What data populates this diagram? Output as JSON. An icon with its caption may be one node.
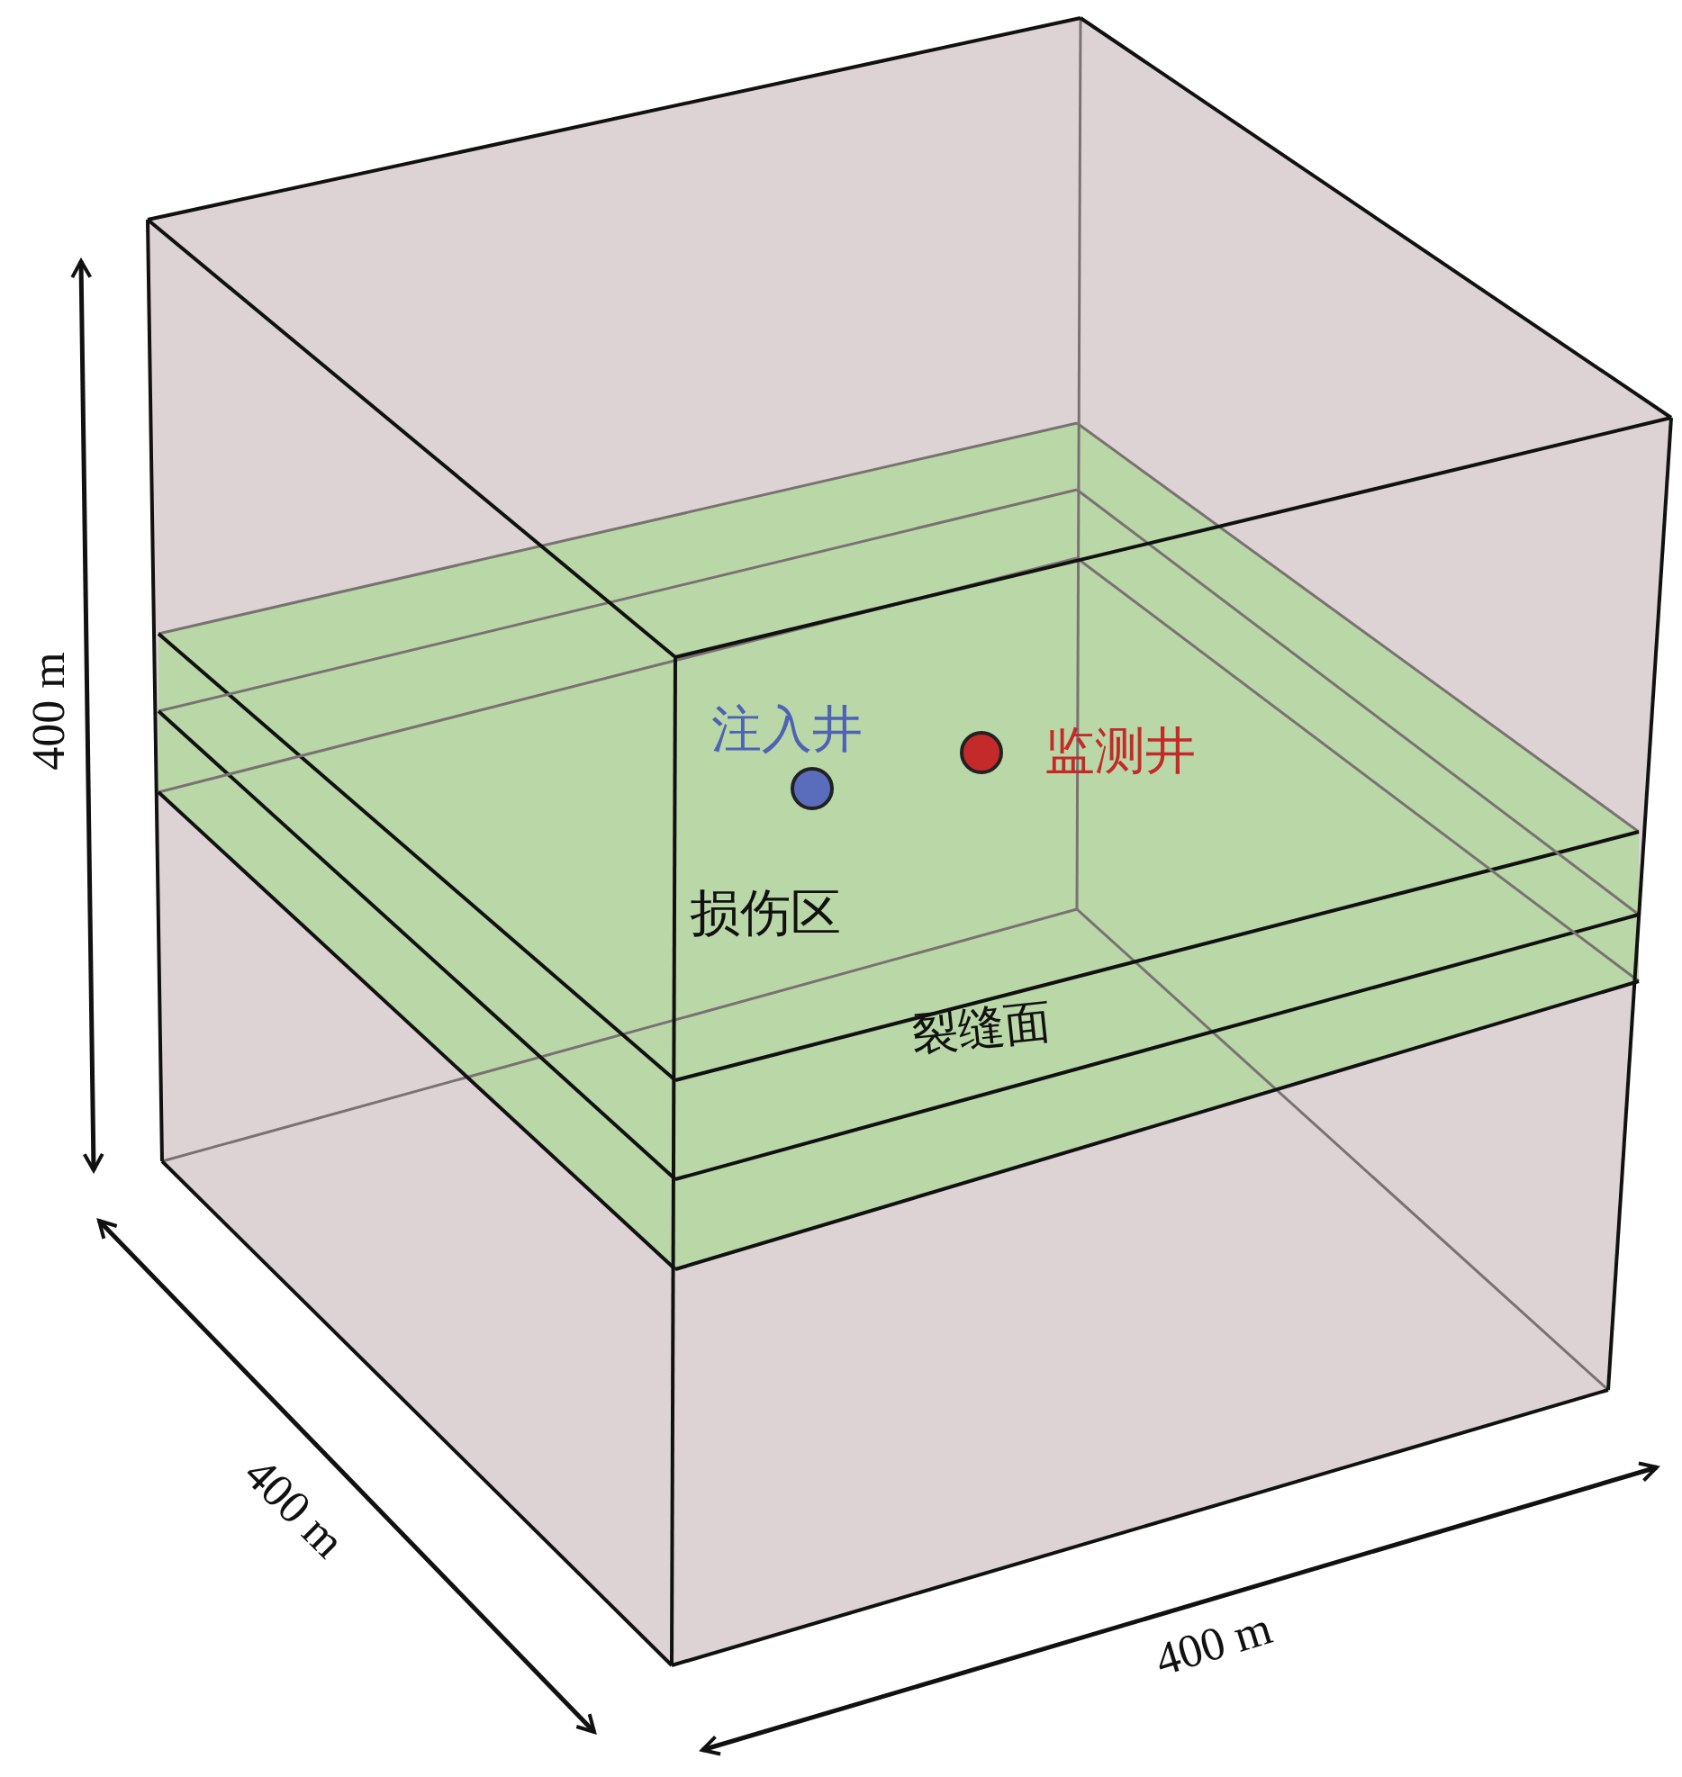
{
  "diagram": {
    "nodes": [
      {
        "text": [],
        "shape": "circle",
        "beside": [
          "注入井"
        ]
      },
      {
        "text": [],
        "shape": "circle",
        "beside": [
          "监测井"
        ]
      }
    ],
    "labels": [
      "400 m",
      "损伤区",
      "裂缝面",
      "400 m",
      "400 m"
    ]
  }
}
